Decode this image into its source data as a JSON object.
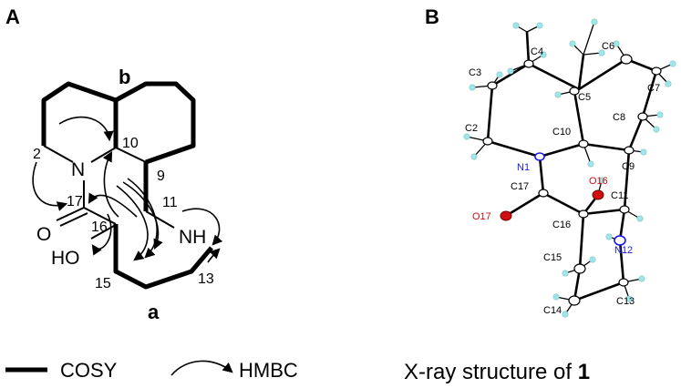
{
  "panels": {
    "a": "A",
    "b": "B"
  },
  "structure": {
    "atoms": {
      "n": "N",
      "nh": "NH",
      "o": "O",
      "ho": "HO"
    },
    "numbers": {
      "n2": "2",
      "n10": "10",
      "n9": "9",
      "n17": "17",
      "n11": "11",
      "n16": "16",
      "n15": "15",
      "n13": "13"
    },
    "rings": {
      "a": "a",
      "b": "b"
    }
  },
  "legend": {
    "cosy": "COSY",
    "hmbc": "HMBC"
  },
  "xray": {
    "labels": {
      "c2": "C2",
      "c3": "C3",
      "c4": "C4",
      "c5": "C5",
      "c6": "C6",
      "c7": "C7",
      "c8": "C8",
      "c9": "C9",
      "c10": "C10",
      "n1": "N1",
      "c17": "C17",
      "o16": "O16",
      "o17": "O17",
      "c16": "C16",
      "c11": "C11",
      "n12": "N12",
      "c15": "C15",
      "c13": "C13",
      "c14": "C14"
    },
    "caption_prefix": "X-ray structure of ",
    "caption_bold": "1",
    "colors": {
      "oxygen": "#d01010",
      "nitrogen": "#1a1ae6",
      "hydrogen": "#9fe6ea",
      "carbon": "#ffffff"
    }
  }
}
